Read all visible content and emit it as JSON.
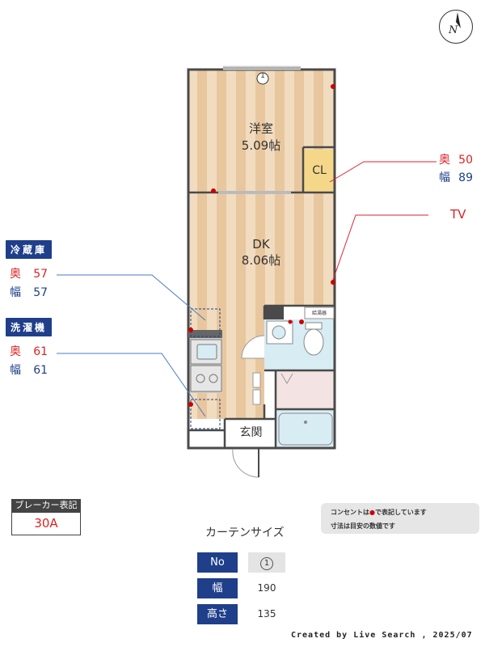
{
  "compass": {
    "letter": "N"
  },
  "rooms": {
    "western": {
      "name": "洋室",
      "size": "5.09帖"
    },
    "dk": {
      "name": "DK",
      "size": "8.06帖"
    },
    "closet": "CL",
    "entrance": "玄関",
    "water_heater": "給湯器"
  },
  "window_marker": "1",
  "closet_dims": {
    "depth_label": "奥",
    "depth": "50",
    "width_label": "幅",
    "width": "89"
  },
  "tv_label": "TV",
  "fridge": {
    "title": "冷蔵庫",
    "depth_label": "奥",
    "depth": "57",
    "width_label": "幅",
    "width": "57"
  },
  "washer": {
    "title": "洗濯機",
    "depth_label": "奥",
    "depth": "61",
    "width_label": "幅",
    "width": "61"
  },
  "breaker": {
    "title": "ブレーカー表記",
    "value": "30A"
  },
  "note": {
    "line1_before": "コンセントは",
    "line1_after": "で表記しています",
    "line2": "寸法は目安の数値です"
  },
  "curtain": {
    "title": "カーテンサイズ",
    "rows": [
      {
        "header": "No",
        "value": "1"
      },
      {
        "header": "幅",
        "value": "190"
      },
      {
        "header": "高さ",
        "value": "135"
      }
    ]
  },
  "credit": "Created by Live Search , 2025/07",
  "colors": {
    "accent": "#1f3f8a",
    "outlet": "#cc0000",
    "wall": "#4a4a4a",
    "floor_light": "#f2dcc0",
    "floor_dark": "#e8c79e",
    "closet": "#f5d78a",
    "wet_area": "#d8ecf4",
    "entry": "#f3e3e3"
  }
}
